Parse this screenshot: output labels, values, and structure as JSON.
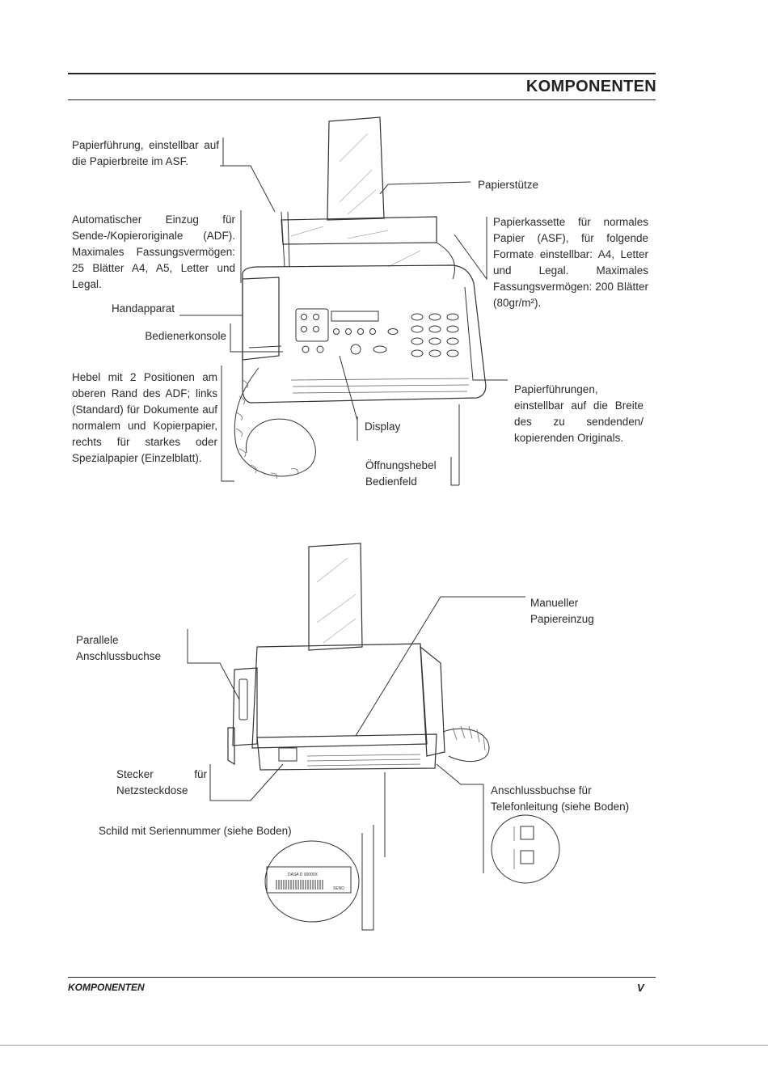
{
  "header": {
    "title": "KOMPONENTEN"
  },
  "labels": {
    "papierfuehrung_asf": "Papierführung, einstellbar auf die Papierbreite im ASF.",
    "adf": "Automatischer Einzug für Sende-/Kopieroriginale (ADF). Maximales Fassungsvermögen: 25 Blätter A4, A5, Letter und Legal.",
    "handapparat": "Handapparat",
    "bedienerkonsole": "Bedienerkonsole",
    "hebel": "Hebel mit 2 Positionen am oberen Rand des ADF; links (Standard) für Dokumente auf normalem und Kopierpapier, rechts für starkes oder Spezialpapier (Einzelblatt).",
    "papierstuetze": "Papierstütze",
    "papierkassette": "Papierkassette für normales Papier (ASF), für folgende Formate einstellbar: A4, Letter und Legal. Maximales Fassungsvermögen: 200 Blätter (80gr/m²).",
    "papierfuehrungen": "Papierführungen, einstellbar auf die Breite des zu sendenden/ kopierenden Originals.",
    "display": "Display",
    "oeffnungshebel_line1": "Öffnungshebel",
    "oeffnungshebel_line2": "Bedienfeld",
    "parallele": "Parallele Anschlussbuchse",
    "manueller": "Manueller Papiereinzug",
    "stecker": "Stecker für Netzsteckdose",
    "anschluss_telefon": "Anschlussbuchse für Telefonleitung (siehe Boden)",
    "schild": "Schild mit Seriennummer (siehe Boden)"
  },
  "sticker": {
    "left_text": "DASA D 00000X",
    "right_text": "SEND"
  },
  "footer": {
    "section": "KOMPONENTEN",
    "page": "V"
  }
}
